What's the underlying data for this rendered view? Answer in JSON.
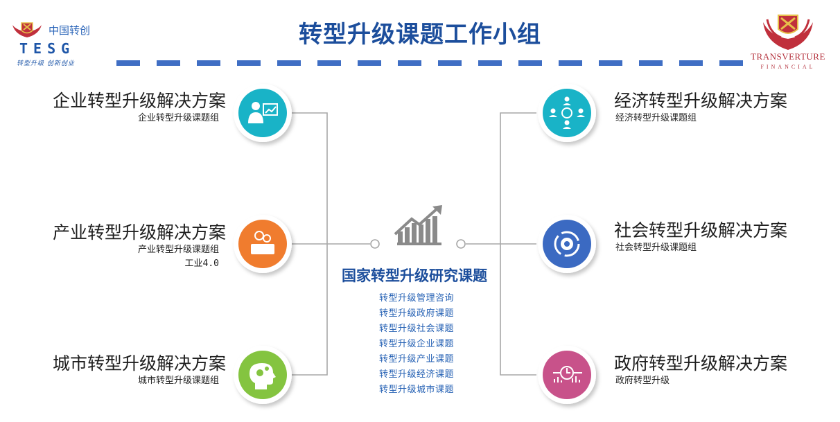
{
  "header": {
    "title": "转型升级课题工作小组"
  },
  "logo_left": {
    "cn": "中国转创",
    "en": "TESG",
    "slogan": "转型升级 创新创业"
  },
  "logo_right": {
    "name": "TRANSVERTURE",
    "sub": "FINANCIAL"
  },
  "left_items": [
    {
      "title": "企业转型升级解决方案",
      "lines": [
        "企业转型升级课题组"
      ],
      "icon": "businessman-chart-icon",
      "color": "#19b3c7"
    },
    {
      "title": "产业转型升级解决方案",
      "lines": [
        "产业转型升级课题组",
        "工业4.0"
      ],
      "icon": "money-coins-icon",
      "color": "#f07c2e"
    },
    {
      "title": "城市转型升级解决方案",
      "lines": [
        "城市转型升级课题组"
      ],
      "icon": "head-gears-icon",
      "color": "#84c440"
    }
  ],
  "right_items": [
    {
      "title": "经济转型升级解决方案",
      "lines": [
        "经济转型升级课题组"
      ],
      "icon": "people-money-icon",
      "color": "#19b3c7"
    },
    {
      "title": "社会转型升级解决方案",
      "lines": [
        "社会转型升级课题组"
      ],
      "icon": "gear-cycle-icon",
      "color": "#3b6ac2"
    },
    {
      "title": "政府转型升级解决方案",
      "lines": [
        "政府转型升级"
      ],
      "icon": "process-flow-icon",
      "color": "#c8528a"
    }
  ],
  "center": {
    "title": "国家转型升级研究课题",
    "icon": "growth-chart-icon",
    "topics": [
      "转型升级管理咨询",
      "转型升级政府课题",
      "转型升级社会课题",
      "转型升级企业课题",
      "转型升级产业课题",
      "转型升级经济课题",
      "转型升级城市课题"
    ]
  }
}
